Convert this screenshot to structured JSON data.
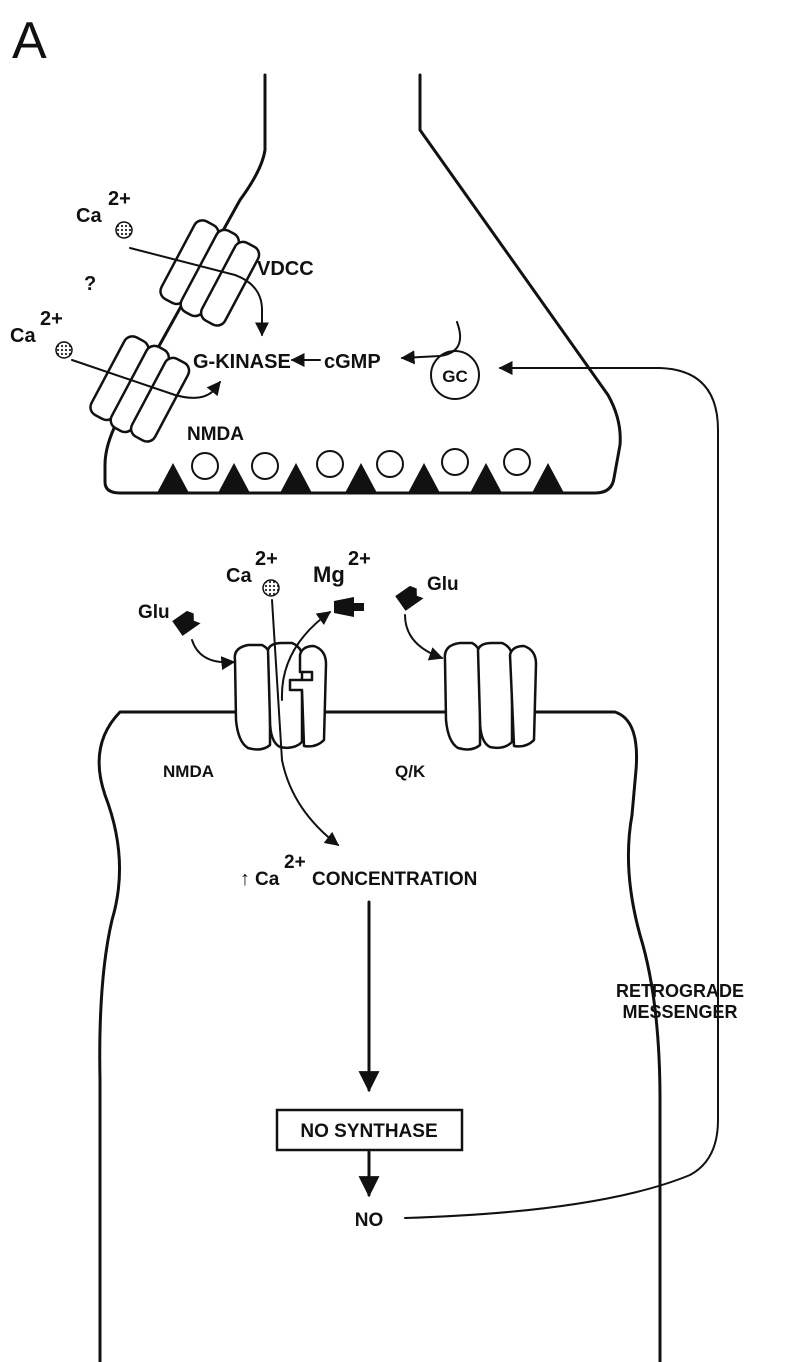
{
  "panel_label": "A",
  "presynaptic": {
    "ca_top": "Ca",
    "ca_top_sup": "2+",
    "question": "?",
    "vdcc": "VDCC",
    "ca_mid": "Ca",
    "ca_mid_sup": "2+",
    "g_kinase": "G-KINASE",
    "cgmp": "cGMP",
    "gc": "GC",
    "nmda": "NMDA"
  },
  "postsynaptic": {
    "ca": "Ca",
    "ca_sup": "2+",
    "mg": "Mg",
    "mg_sup": "2+",
    "glu_left": "Glu",
    "glu_right": "Glu",
    "nmda": "NMDA",
    "qk": "Q/K",
    "concentration_arrow": "↑",
    "concentration_ca": "Ca",
    "concentration_sup": "2+",
    "concentration": "CONCENTRATION",
    "no_synthase": "NO SYNTHASE",
    "no": "NO"
  },
  "retrograde": {
    "line1": "RETROGRADE",
    "line2": "MESSENGER"
  }
}
